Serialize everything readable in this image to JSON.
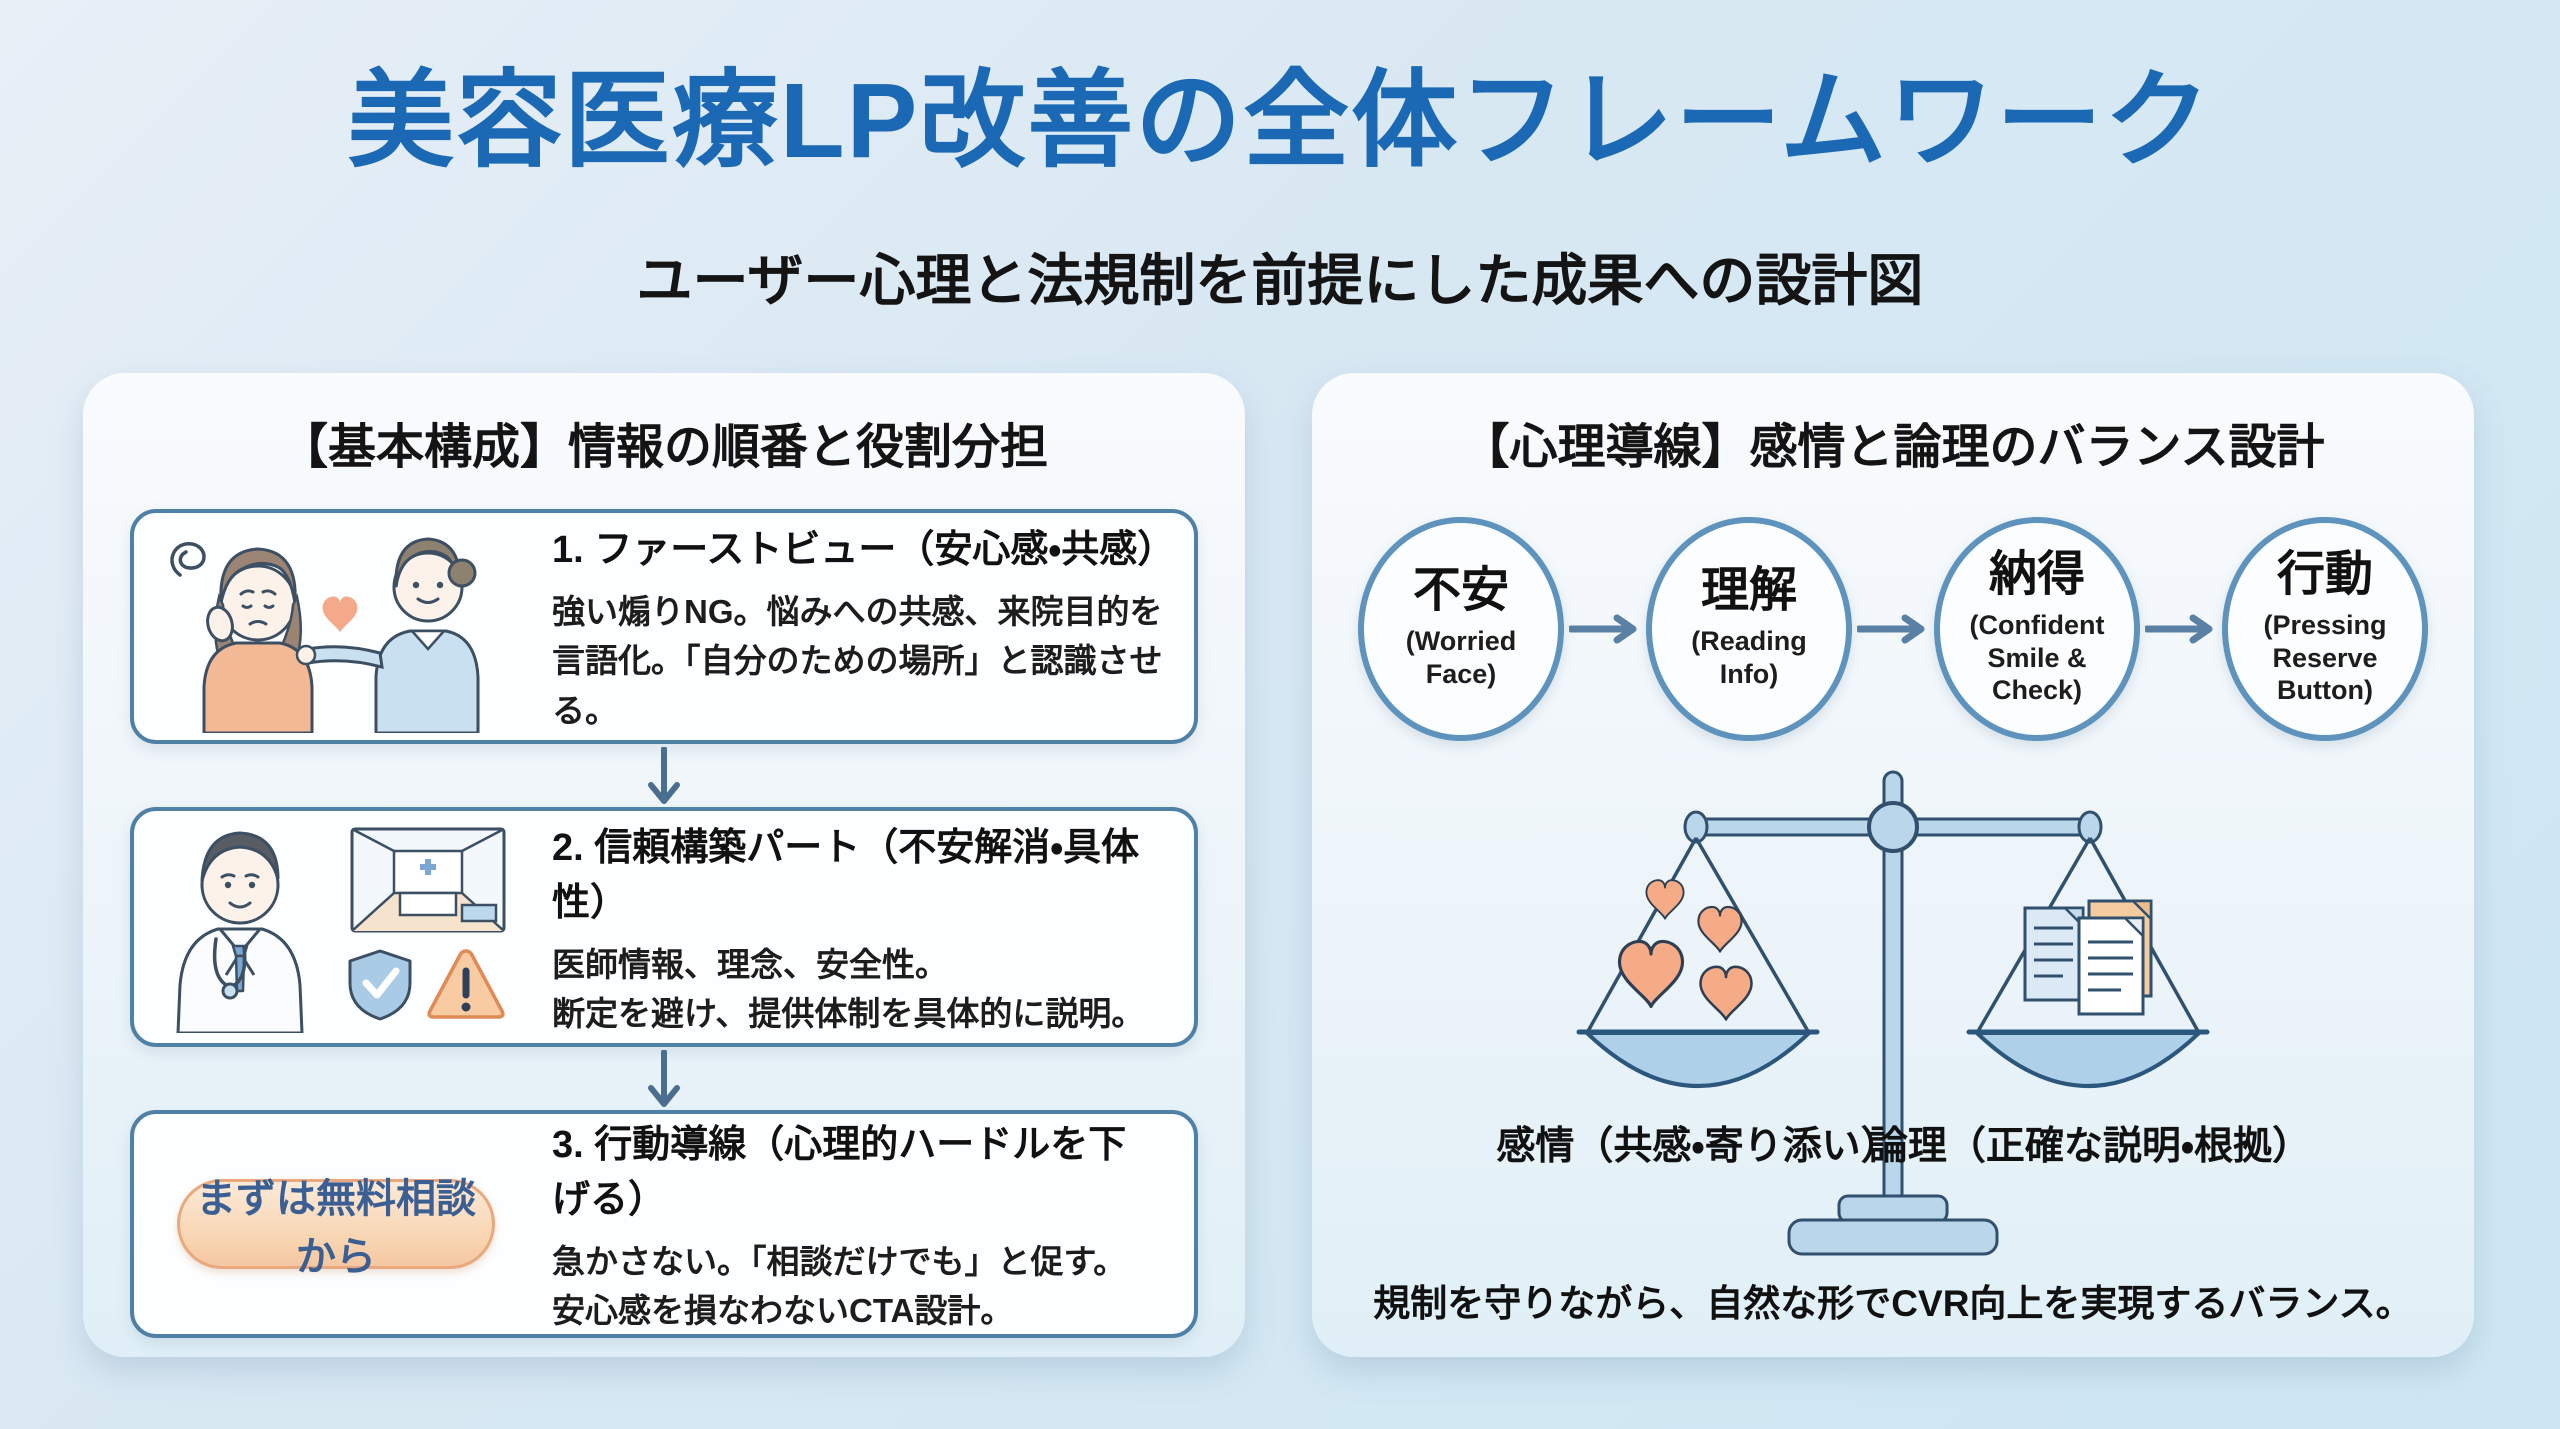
{
  "page": {
    "title": "美容医療LP改善の全体フレームワーク",
    "subtitle": "ユーザー心理と法規制を前提にした成果への設計図"
  },
  "left_panel": {
    "heading": "【基本構成】情報の順番と役割分担",
    "steps": [
      {
        "title": "1. ファーストビュー（安心感・共感）",
        "body": "強い煽りNG。悩みへの共感、来院目的を言語化。「自分のための場所」と認識させる。",
        "illustration": "worried-patient-comforted-by-nurse"
      },
      {
        "title": "2. 信頼構築パート（不安解消・具体性）",
        "body_line1": "医師情報、理念、安全性。",
        "body_line2": "断定を避け、提供体制を具体的に説明。",
        "illustration": "doctor-clinic-shield-warning"
      },
      {
        "title": "3. 行動導線（心理的ハードルを下げる）",
        "body_line1": "急かさない。「相談だけでも」と促す。",
        "body_line2": "安心感を損なわないCTA設計。",
        "cta_label": "まずは無料相談から"
      }
    ]
  },
  "right_panel": {
    "heading": "【心理導線】感情と論理のバランス設計",
    "flow_steps": [
      {
        "ja": "不安",
        "en": "(Worried Face)"
      },
      {
        "ja": "理解",
        "en": "(Reading Info)"
      },
      {
        "ja": "納得",
        "en": "(Confident Smile & Check)"
      },
      {
        "ja": "行動",
        "en": "(Pressing Reserve Button)"
      }
    ],
    "balance": {
      "left_label": "感情（共感・寄り添い）",
      "right_label": "論理（正確な説明・根拠）"
    },
    "note": "規制を守りながら、自然な形でCVR向上を実現するバランス。"
  },
  "icons": {
    "down_arrow": "down-arrow-icon",
    "right_arrow": "right-arrow-icon",
    "heart": "heart-icon",
    "shield_check": "shield-check-icon",
    "warning_triangle": "warning-triangle-icon",
    "balance_scale": "balance-scale-illustration"
  },
  "colors": {
    "title_blue": "#1b69b4",
    "box_border": "#4f80a6",
    "circle_border": "#5d93bd",
    "arrow": "#4a6e8f",
    "cta_bg": "#f8d4b0",
    "cta_border": "#e9a87d",
    "cta_text": "#3c5f93",
    "heart_orange": "#f3a98a",
    "scale_fill": "#b9d6ea",
    "scale_stroke": "#31506e",
    "doc_peach": "#f4cb9f"
  }
}
